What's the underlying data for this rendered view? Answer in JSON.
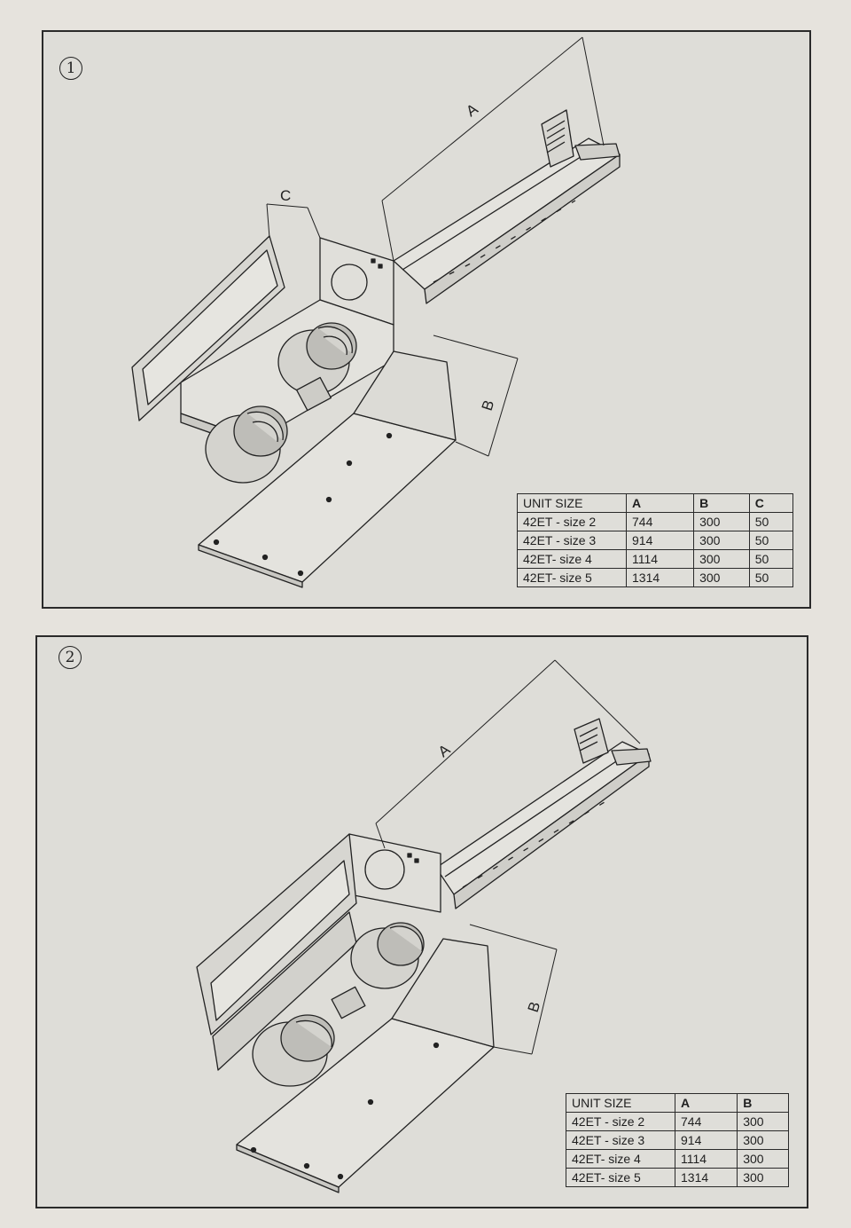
{
  "figures": [
    {
      "number": "1",
      "labels": {
        "a": "A",
        "b": "B",
        "c": "C"
      },
      "table": {
        "headers": [
          "UNIT SIZE",
          "A",
          "B",
          "C"
        ],
        "rows": [
          [
            "42ET - size 2",
            "744",
            "300",
            "50"
          ],
          [
            "42ET - size 3",
            "914",
            "300",
            "50"
          ],
          [
            "42ET- size 4",
            "1114",
            "300",
            "50"
          ],
          [
            "42ET- size 5",
            "1314",
            "300",
            "50"
          ]
        ]
      }
    },
    {
      "number": "2",
      "labels": {
        "a": "A",
        "b": "B"
      },
      "table": {
        "headers": [
          "UNIT SIZE",
          "A",
          "B"
        ],
        "rows": [
          [
            "42ET - size 2",
            "744",
            "300"
          ],
          [
            "42ET - size 3",
            "914",
            "300"
          ],
          [
            "42ET- size 4",
            "1114",
            "300"
          ],
          [
            "42ET- size 5",
            "1314",
            "300"
          ]
        ]
      }
    }
  ]
}
